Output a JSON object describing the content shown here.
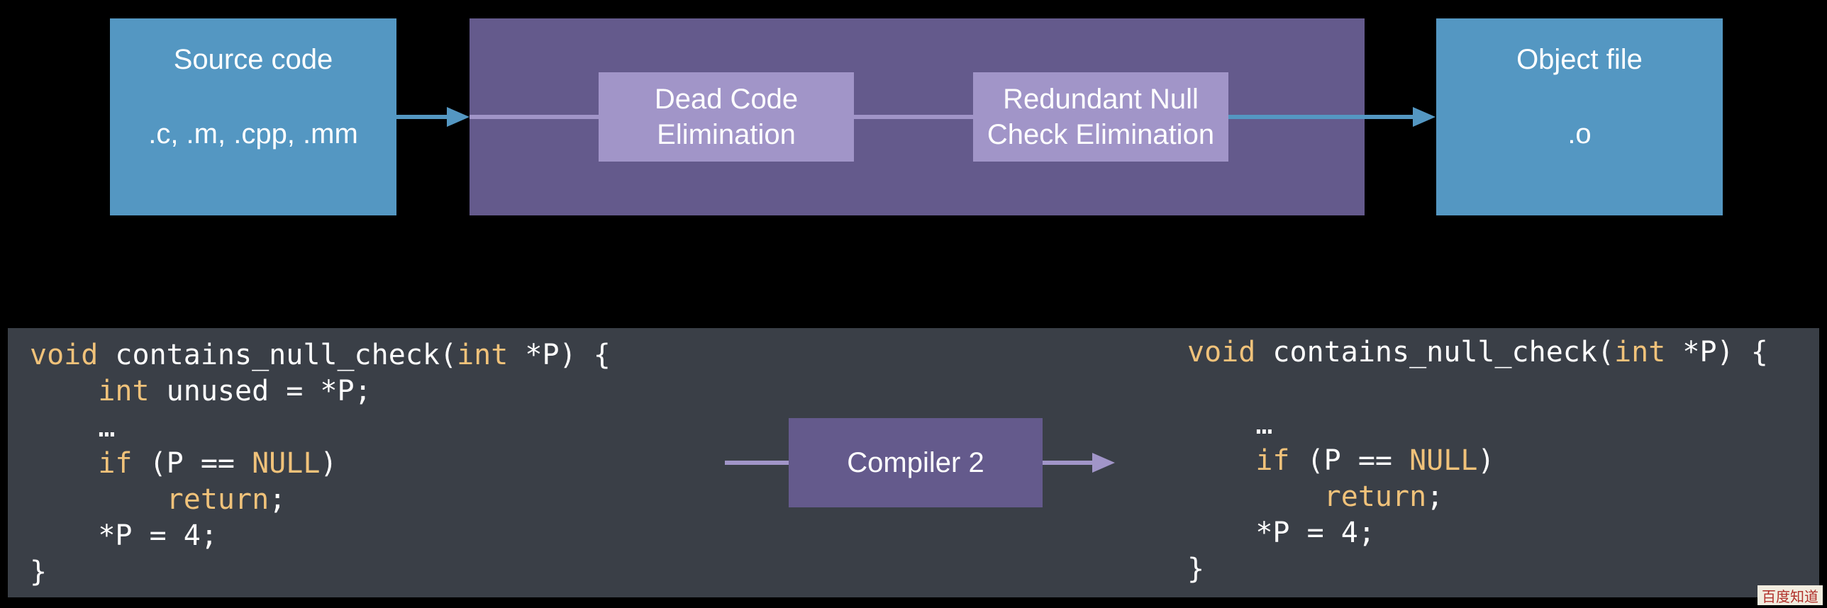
{
  "pipeline": {
    "source": {
      "title": "Source code",
      "extensions": ".c, .m, .cpp, .mm"
    },
    "passes": [
      "Dead Code\nElimination",
      "Redundant Null\nCheck Elimination"
    ],
    "object": {
      "title": "Object file",
      "extension": ".o"
    }
  },
  "code_before": [
    [
      {
        "t": "void",
        "k": true
      },
      {
        "t": " contains_null_check("
      },
      {
        "t": "int",
        "k": true
      },
      {
        "t": " *P) {"
      }
    ],
    [
      {
        "t": "    "
      },
      {
        "t": "int",
        "k": true
      },
      {
        "t": " unused = *P;"
      }
    ],
    [
      {
        "t": "    …"
      }
    ],
    [
      {
        "t": "    "
      },
      {
        "t": "if",
        "k": true
      },
      {
        "t": " (P == "
      },
      {
        "t": "NULL",
        "k": true
      },
      {
        "t": ")"
      }
    ],
    [
      {
        "t": "        "
      },
      {
        "t": "return",
        "k": true
      },
      {
        "t": ";"
      }
    ],
    [
      {
        "t": "    *P = 4;"
      }
    ],
    [
      {
        "t": "}"
      }
    ]
  ],
  "compiler_label": "Compiler 2",
  "code_after": [
    [
      {
        "t": "void",
        "k": true
      },
      {
        "t": " contains_null_check("
      },
      {
        "t": "int",
        "k": true
      },
      {
        "t": " *P) {"
      }
    ],
    [
      {
        "t": ""
      }
    ],
    [
      {
        "t": "    …"
      }
    ],
    [
      {
        "t": "    "
      },
      {
        "t": "if",
        "k": true
      },
      {
        "t": " (P == "
      },
      {
        "t": "NULL",
        "k": true
      },
      {
        "t": ")"
      }
    ],
    [
      {
        "t": "        "
      },
      {
        "t": "return",
        "k": true
      },
      {
        "t": ";"
      }
    ],
    [
      {
        "t": "    *P = 4;"
      }
    ],
    [
      {
        "t": "}"
      }
    ]
  ],
  "watermark": "百度知道",
  "colors": {
    "background": "#000000",
    "io_box": "#5497c2",
    "compiler": "#645a8c",
    "pass": "#a195c8",
    "code_panel": "#3a3f47",
    "keyword": "#f0c27a"
  }
}
